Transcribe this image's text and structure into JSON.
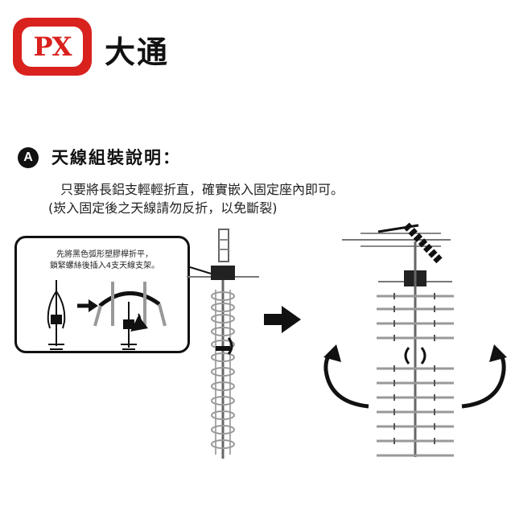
{
  "brand": {
    "logo_text": "PX",
    "name": "大通"
  },
  "section": {
    "badge": "A",
    "title": "天線組裝說明："
  },
  "instructions": {
    "line1": "只要將長鋁支輕輕折直，確實嵌入固定座內即可。",
    "line2": "(崁入固定後之天線請勿反折，以免斷裂)"
  },
  "callout": {
    "line1": "先將黑色弧形塑膠桿折平，",
    "line2": "鎖緊螺絲後插入4支天線支架。"
  },
  "colors": {
    "brand_red": "#d9211e",
    "ink": "#111111"
  },
  "icons": {
    "next_step": "arrow-right-icon",
    "rotate_left": "curved-arrow-icon",
    "rotate_right": "curved-arrow-icon"
  }
}
